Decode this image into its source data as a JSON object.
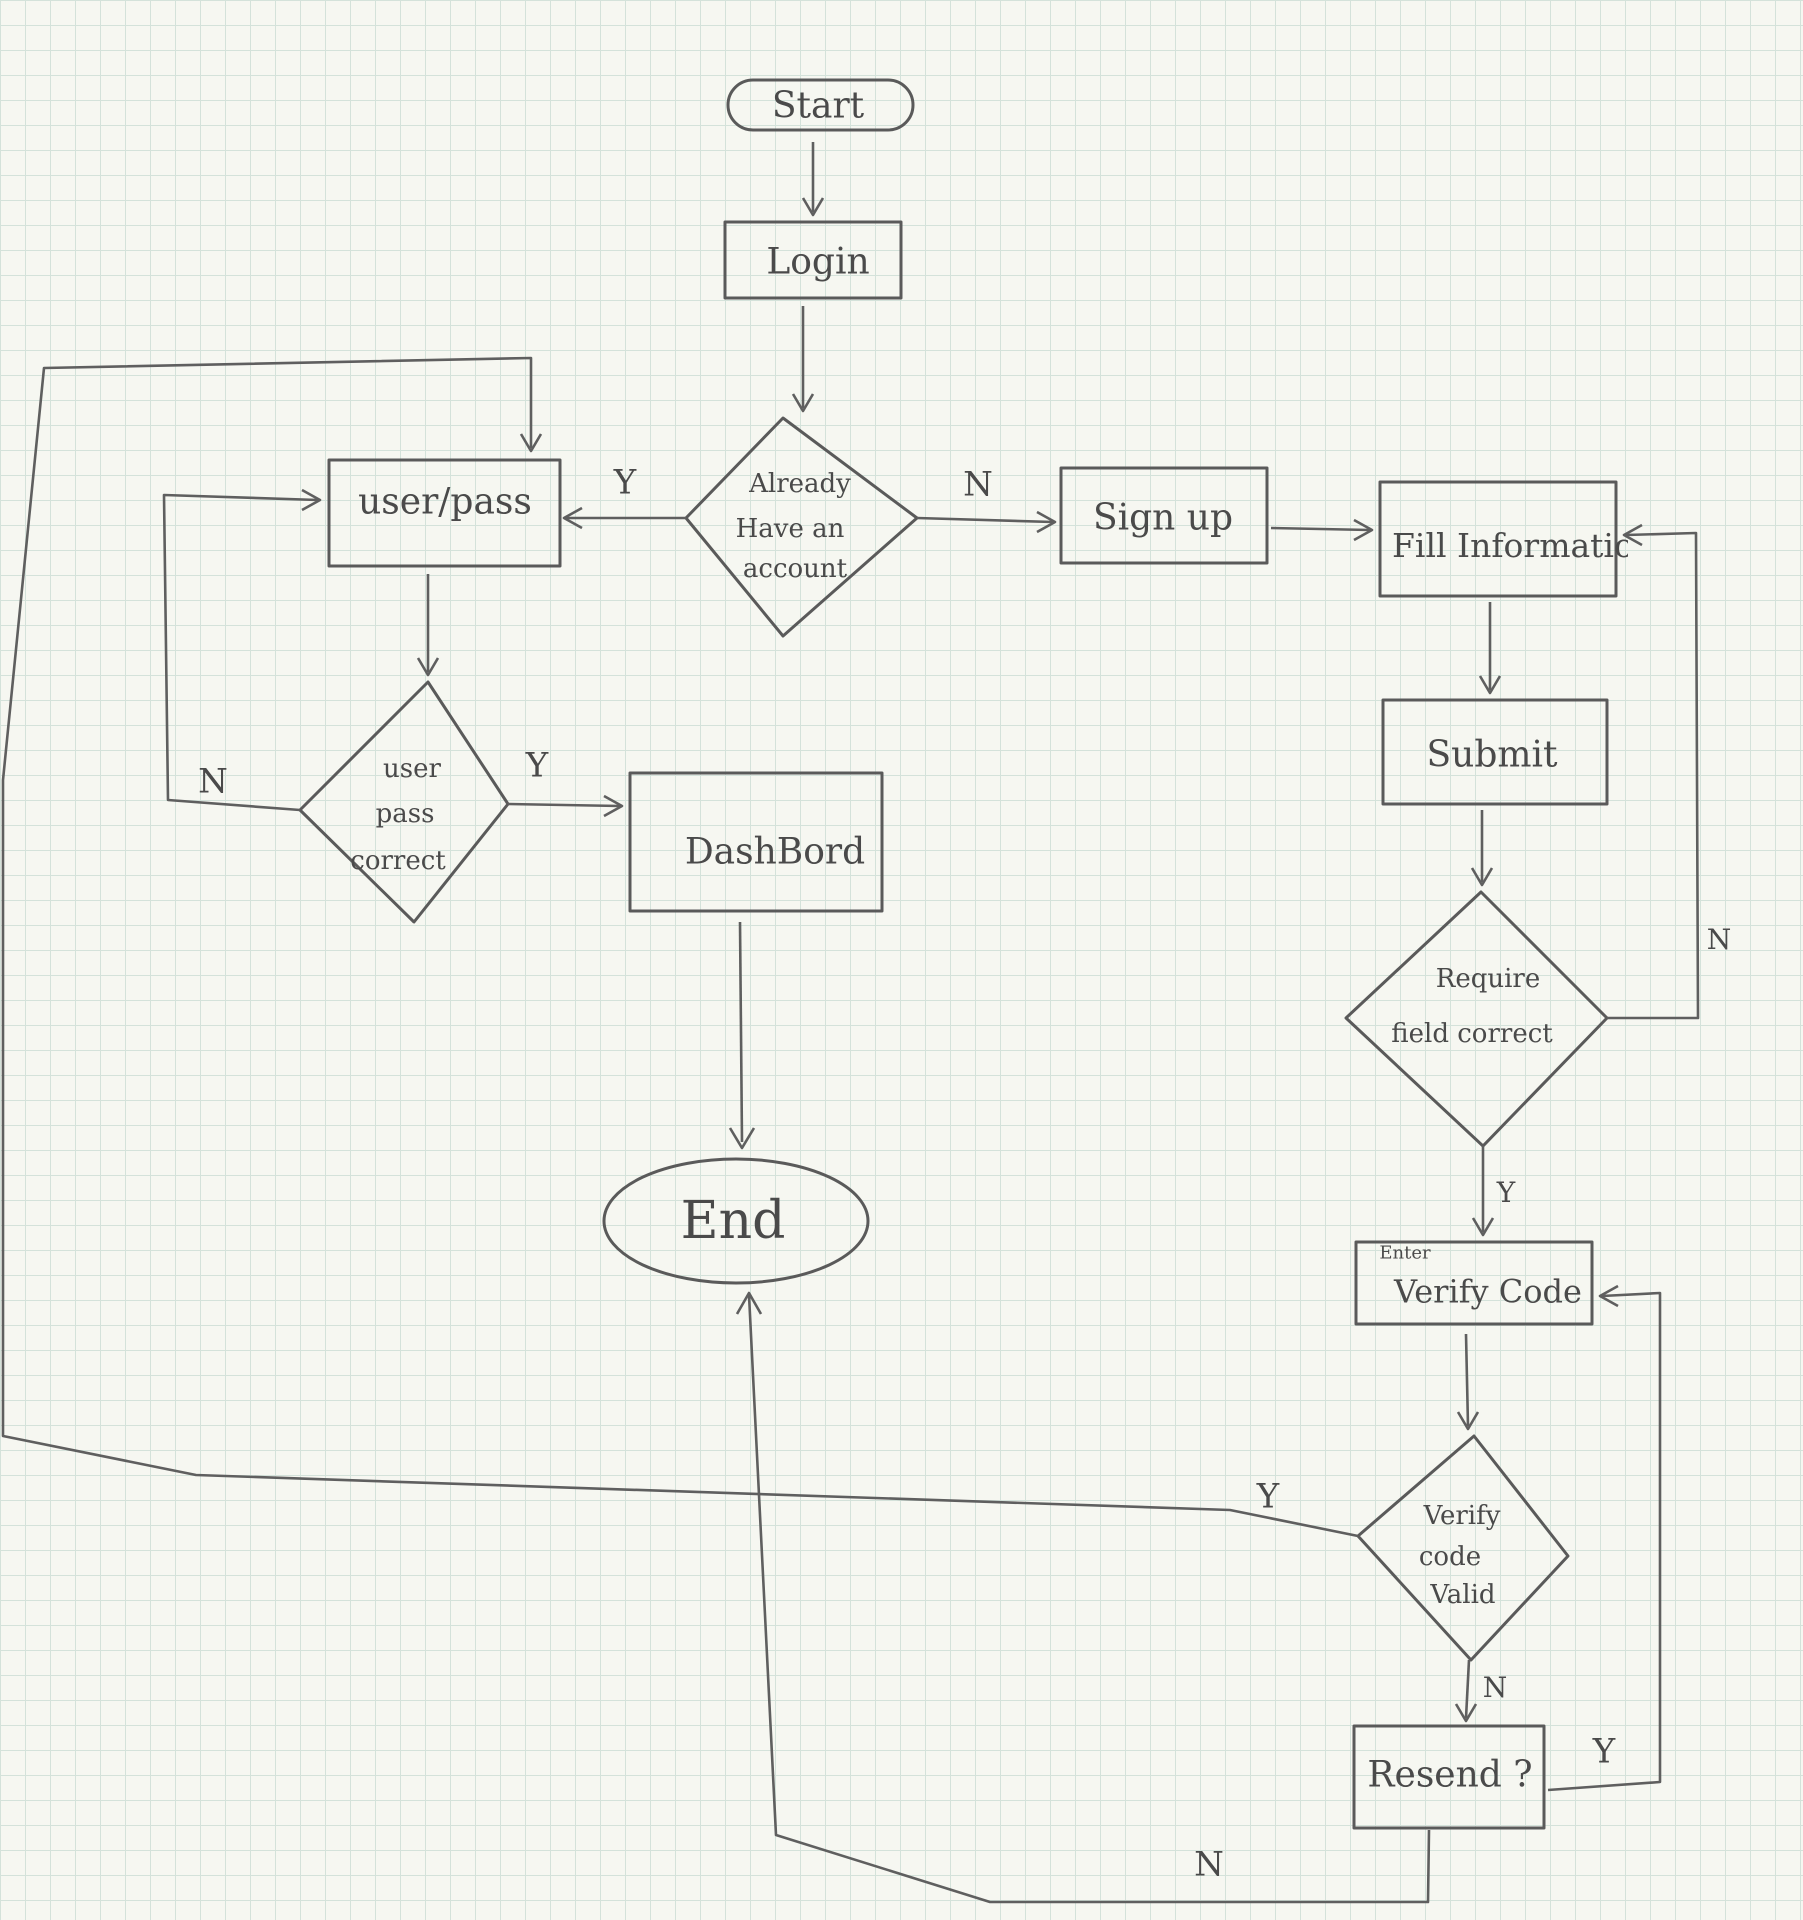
{
  "nodes": {
    "start": "Start",
    "login": "Login",
    "already_have_account": [
      "Already",
      "Have an",
      "account"
    ],
    "user_pass": "user/pass",
    "sign_up": "Sign up",
    "fill_information": "Fill Informatio",
    "user_pass_correct": [
      "user",
      "pass",
      "correct"
    ],
    "dashboard": "DashBord",
    "submit": "Submit",
    "require_field_correct": [
      "Require",
      "field correct"
    ],
    "end": "End",
    "enter_verify_code": [
      "Enter",
      "Verify Code"
    ],
    "verify_code_valid": [
      "Verify",
      "code",
      "Valid"
    ],
    "resend": "Resend ?"
  },
  "edge_labels": {
    "already_yes": "Y",
    "already_no": "N",
    "userpass_no": "N",
    "userpass_yes": "Y",
    "require_no": "N",
    "require_yes": "Y",
    "verify_yes": "Y",
    "verify_no": "N",
    "resend_yes": "Y",
    "resend_no": "N"
  }
}
